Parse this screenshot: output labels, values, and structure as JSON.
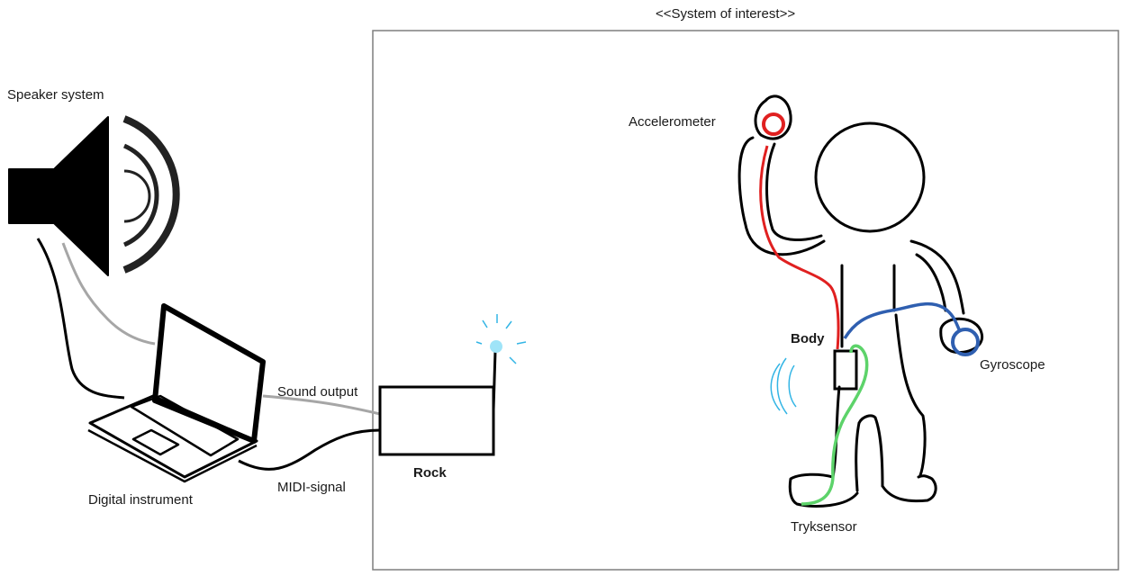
{
  "system_boundary": {
    "label": "<<System of interest>>"
  },
  "labels": {
    "speaker": "Speaker system",
    "instrument": "Digital instrument",
    "sound_output": "Sound output",
    "midi_signal": "MIDI-signal",
    "rock": "Rock",
    "accelerometer": "Accelerometer",
    "body": "Body",
    "gyroscope": "Gyroscope",
    "tryksensor": "Tryksensor"
  },
  "colors": {
    "outline": "#000000",
    "sound_cable": "#a6a6a6",
    "accelerometer": "#e02020",
    "gyroscope": "#2f5fb0",
    "tryksensor": "#5dd36a",
    "wireless": "#33b5e5",
    "boundary": "#7f7f7f"
  }
}
